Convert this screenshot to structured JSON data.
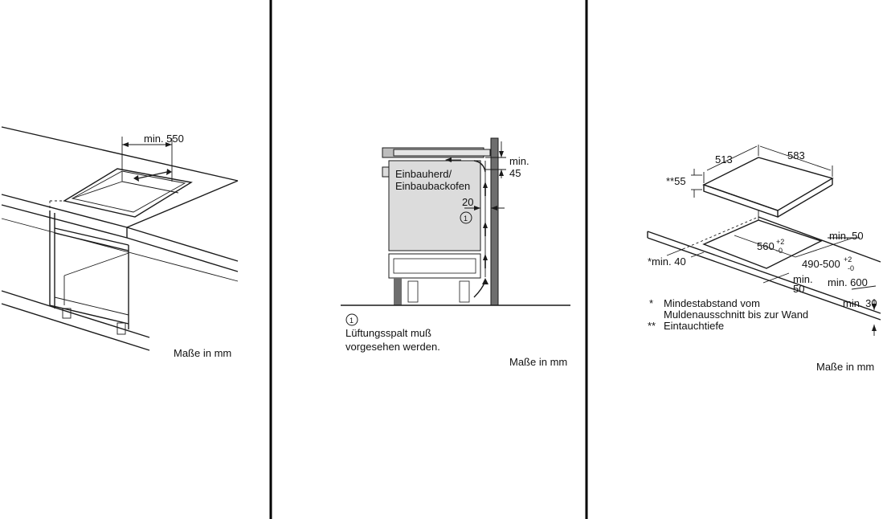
{
  "panel1": {
    "dim_min550": "min. 550",
    "units": "Maße in mm"
  },
  "panel2": {
    "appliance_line1": "Einbauherd/",
    "appliance_line2": "Einbaubackofen",
    "dim_min": "min.",
    "dim_45": "45",
    "dim_20": "20",
    "callout_marker": "1",
    "legend_line1": "Lüftungsspalt muß",
    "legend_line2": "vorgesehen werden.",
    "units": "Maße in mm"
  },
  "panel3": {
    "dim_513": "513",
    "dim_583": "583",
    "dim_55": "**55",
    "dim_min50_right": "min. 50",
    "dim_560": "560",
    "dim_560_tol_plus": "+2",
    "dim_560_tol_minus": "-0",
    "dim_490_500": "490-500",
    "dim_490_tol_plus": "+2",
    "dim_490_tol_minus": "-0",
    "dim_min40": "*min. 40",
    "dim_min50_front_a": "min.",
    "dim_min50_front_b": "50",
    "dim_min600": "min. 600",
    "dim_min30": "min. 30",
    "note1_marker": "*",
    "note1_line1": "Mindestabstand vom",
    "note1_line2": "Muldenausschnitt bis zur Wand",
    "note2_marker": "**",
    "note2_line1": "Eintauchtiefe",
    "units": "Maße in mm"
  },
  "colors": {
    "appliance_fill": "#dcdcdc",
    "wall_fill": "#6e6e6e",
    "line": "#1a1a1a",
    "divider": "#000000"
  }
}
